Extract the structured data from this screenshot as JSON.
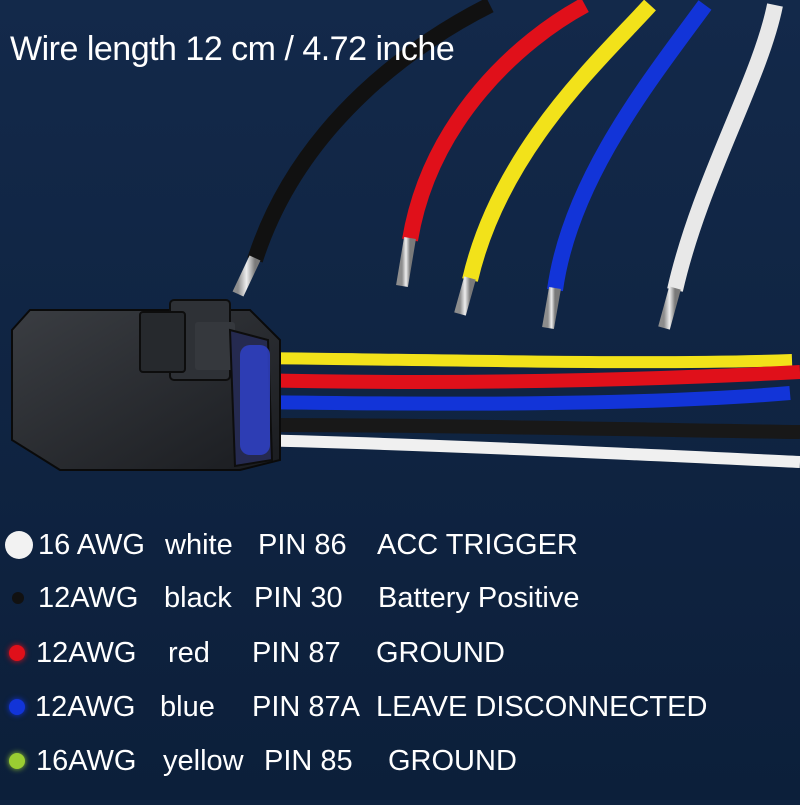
{
  "title": "Wire length 12 cm / 4.72 inche",
  "colors": {
    "background": "#0f2340",
    "white": "#f2f2f2",
    "black": "#111111",
    "red": "#e0101a",
    "blue": "#1234d8",
    "yellow": "#f2e21a",
    "yellow_dot": "#9acd32"
  },
  "legend": [
    {
      "gauge": "16 AWG",
      "color": "white",
      "pin": "PIN 86",
      "function": "ACC TRIGGER"
    },
    {
      "gauge": "12AWG",
      "color": "black",
      "pin": "PIN 30",
      "function": "Battery Positive"
    },
    {
      "gauge": "12AWG",
      "color": "red",
      "pin": "PIN 87",
      "function": "GROUND"
    },
    {
      "gauge": "12AWG",
      "color": "blue",
      "pin": "PIN 87A",
      "function": "LEAVE  DISCONNECTED"
    },
    {
      "gauge": "16AWG",
      "color": "yellow",
      "pin": "PIN 85",
      "function": "GROUND"
    }
  ]
}
